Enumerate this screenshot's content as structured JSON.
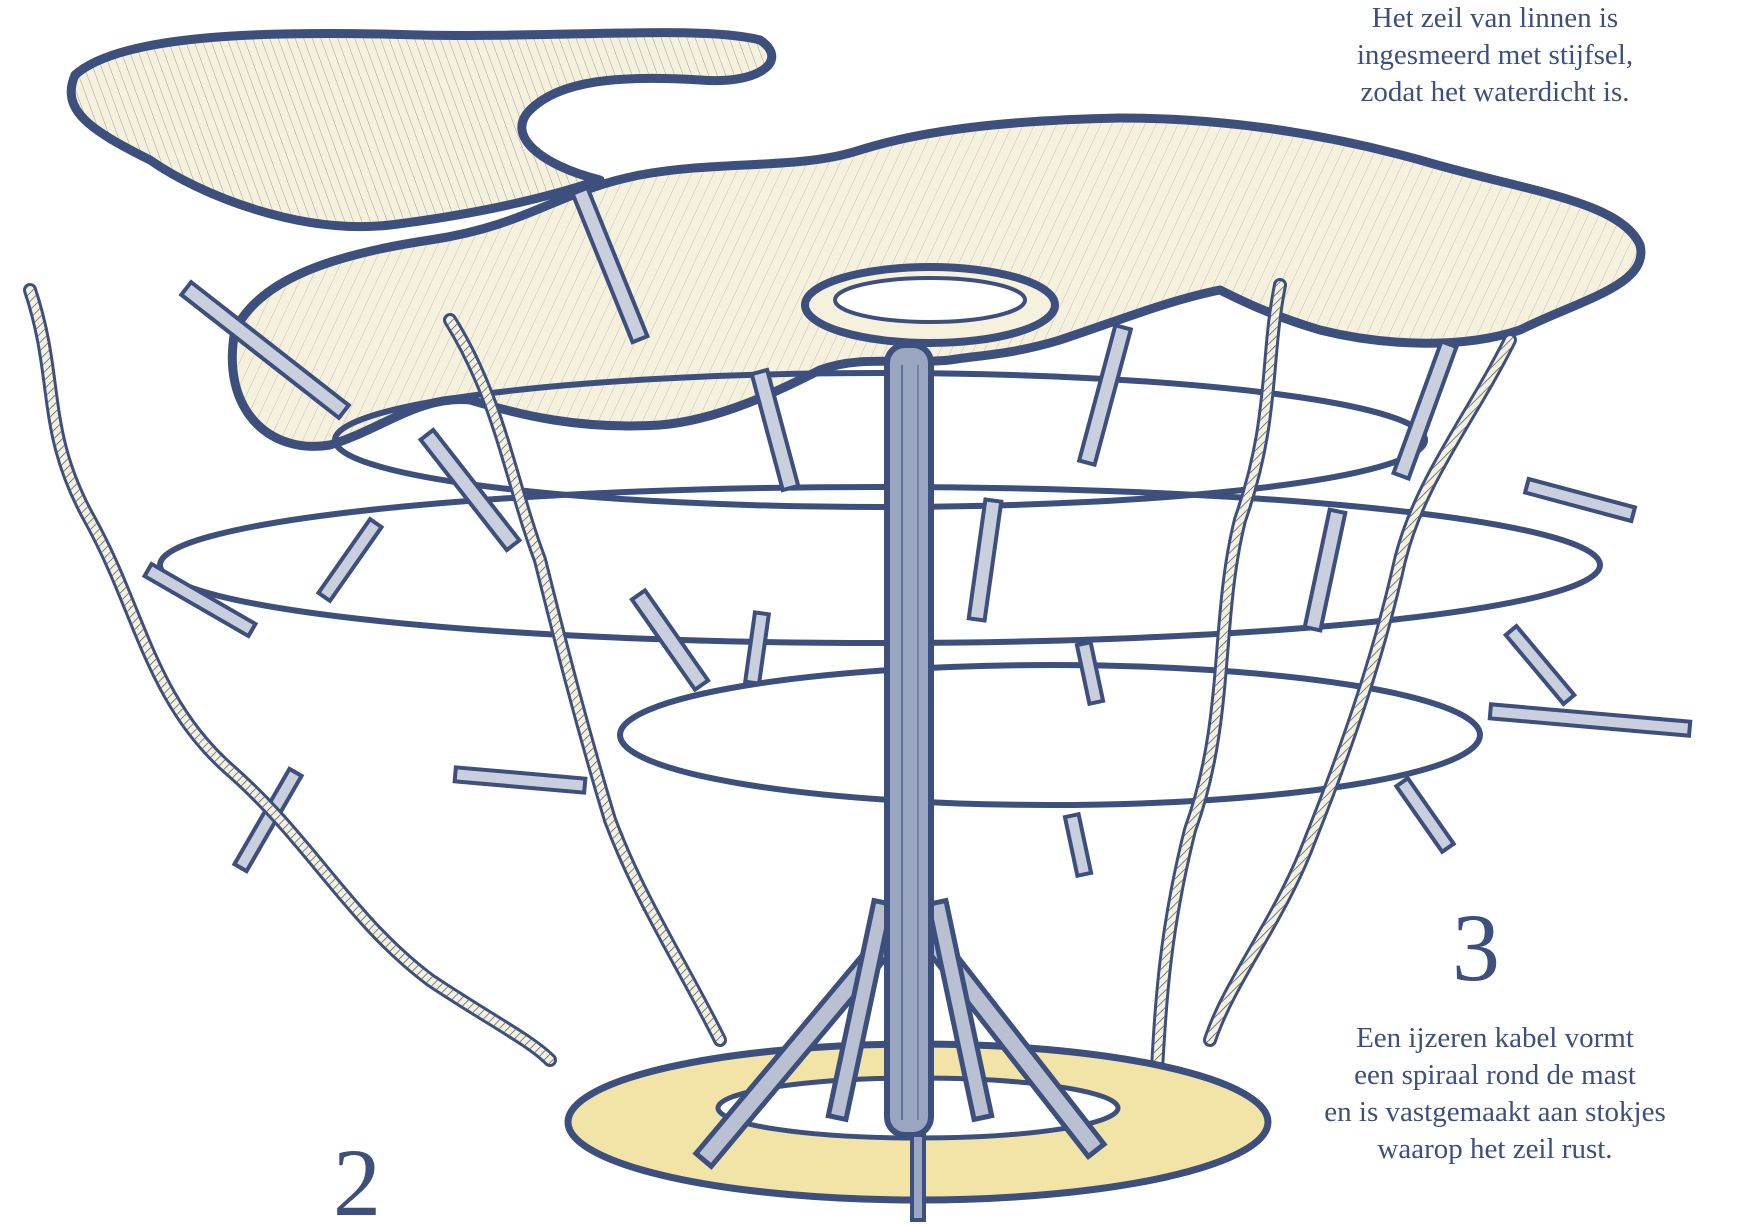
{
  "captions": {
    "sail": {
      "lines": [
        "Het zeil van linnen is",
        "ingesmeerd met stijfsel,",
        "zodat het waterdicht is."
      ]
    },
    "cable": {
      "lines": [
        "Een ijzeren kabel vormt",
        "een spiraal rond de mast",
        "en is vastgemaakt aan stokjes",
        "waarop het zeil rust."
      ]
    }
  },
  "step_numbers": {
    "left": "2",
    "right": "3"
  },
  "colors": {
    "ink": "#3d4f7c",
    "sail_fill": "#f6f1dc",
    "base_fill": "#f2e3a6",
    "stick_fill": "#c9cfdc",
    "mast_fill": "#9aa6bf"
  }
}
